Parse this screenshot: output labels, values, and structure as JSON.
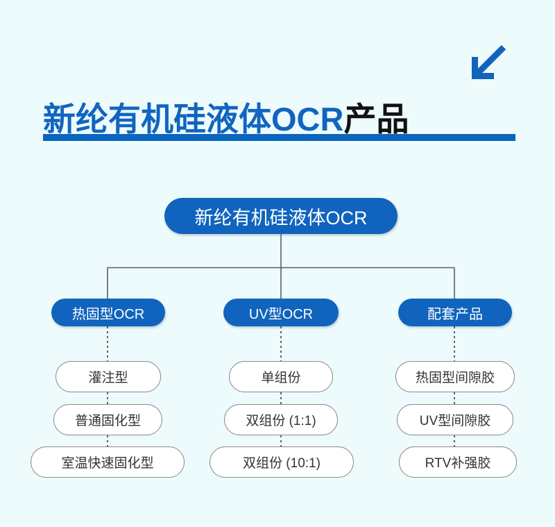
{
  "page": {
    "background_color": "#edfbfd",
    "accent_color": "#1064bd",
    "title_text_color": "#111111"
  },
  "header": {
    "title_main": "新纶有机硅液体OCR",
    "title_tail": "产品",
    "arrow_icon": "arrow-down-left-icon",
    "rule_color": "#0b64bd"
  },
  "diagram": {
    "type": "tree",
    "root": {
      "label": "新纶有机硅液体OCR"
    },
    "branches": [
      {
        "label": "热固型OCR",
        "leaves": [
          {
            "label": "灌注型"
          },
          {
            "label": "普通固化型"
          },
          {
            "label": "室温快速固化型"
          }
        ]
      },
      {
        "label": "UV型OCR",
        "leaves": [
          {
            "label": "单组份"
          },
          {
            "label": "双组份 (1:1)"
          },
          {
            "label": "双组份 (10:1)"
          }
        ]
      },
      {
        "label": "配套产品",
        "leaves": [
          {
            "label": "热固型间隙胶"
          },
          {
            "label": "UV型间隙胶"
          },
          {
            "label": "RTV补强胶"
          }
        ]
      }
    ]
  }
}
